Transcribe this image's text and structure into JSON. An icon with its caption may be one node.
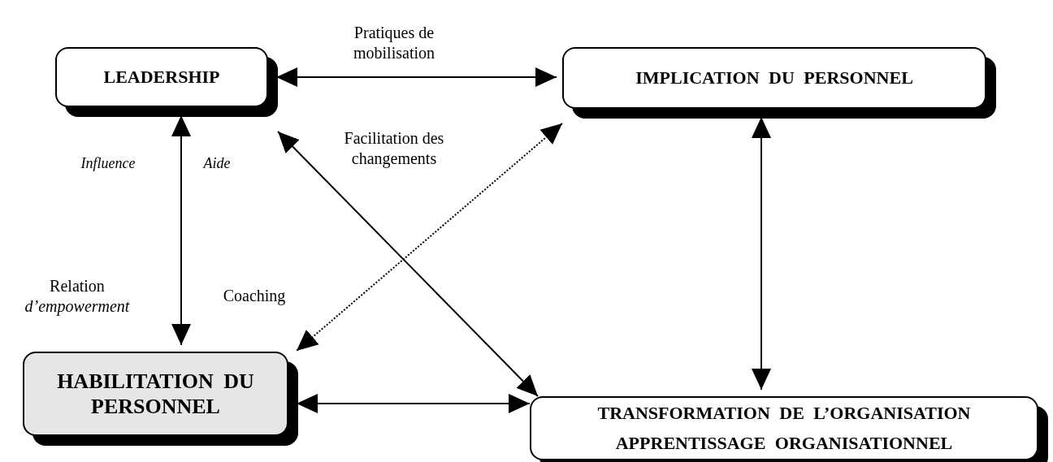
{
  "diagram": {
    "nodes": [
      {
        "text": [
          "LEADERSHIP"
        ]
      },
      {
        "text": [
          "IMPLICATION DU PERSONNEL"
        ]
      },
      {
        "text": [
          "HABILITATION DU PERSONNEL"
        ]
      },
      {
        "text": [
          "TRANSFORMATION DE L’ORGANISATION",
          "APPRENTISSAGE ORGANISATIONNEL"
        ]
      }
    ],
    "edges": [
      {
        "from": 0,
        "to": 1,
        "arrow": "both",
        "label": "Pratiques de mobilisation"
      },
      {
        "from": 0,
        "to": 2,
        "arrow": "both"
      },
      {
        "from": 1,
        "to": 3,
        "arrow": "both"
      },
      {
        "from": 0,
        "to": 3,
        "arrow": "both",
        "label": "Facilitation des changements"
      },
      {
        "from": 1,
        "to": 2,
        "arrow": "both",
        "style": "dashed"
      },
      {
        "from": 2,
        "to": 3,
        "arrow": "both"
      }
    ],
    "labels": [
      "Influence",
      "Aide",
      "Relation *d’empowerment*",
      "Coaching"
    ]
  }
}
